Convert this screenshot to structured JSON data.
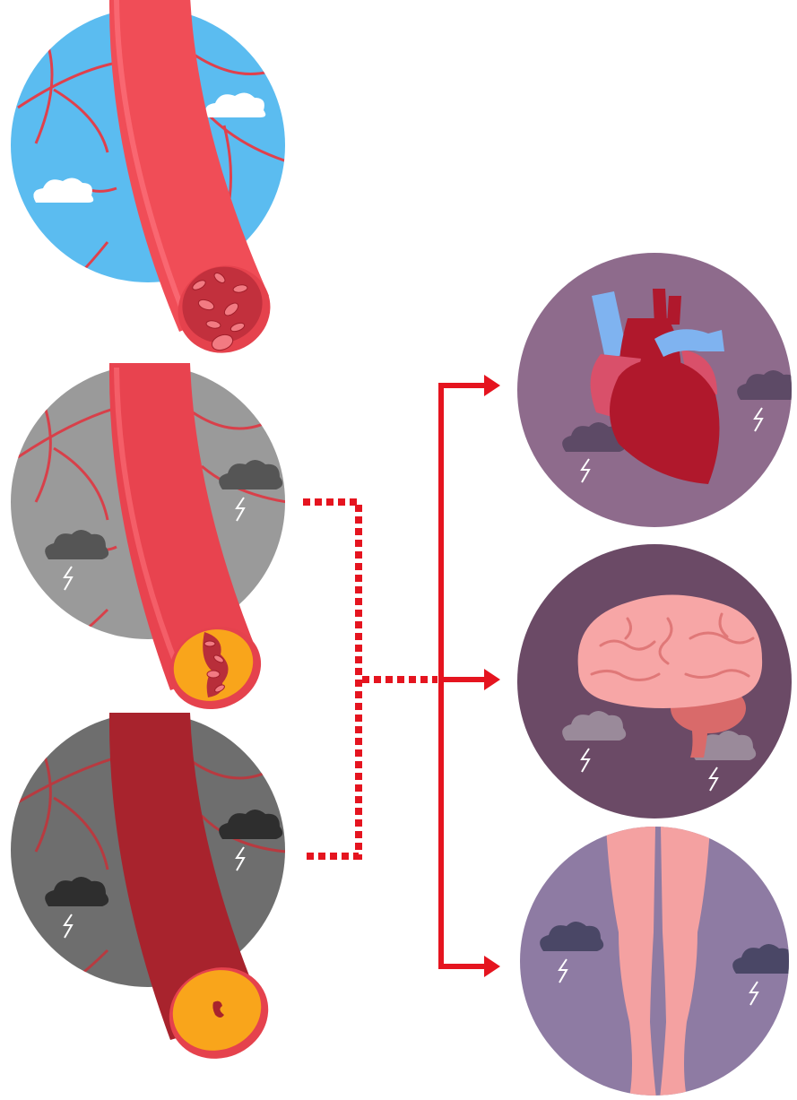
{
  "diagram": {
    "left_panels": [
      {
        "id": "healthy-artery",
        "bg": "#5bbcf0",
        "vessel": "#f04d57",
        "lumen": "#c2303d",
        "plaque": null
      },
      {
        "id": "narrowed-artery",
        "bg": "#9a9a9a",
        "vessel": "#e8434f",
        "lumen": "#b82e3a",
        "plaque": "#f9a51b"
      },
      {
        "id": "blocked-artery",
        "bg": "#6e6e6e",
        "vessel": "#a8232d",
        "lumen": "#a8232d",
        "plaque": "#f9a51b"
      }
    ],
    "right_panels": [
      {
        "id": "heart-organ",
        "bg": "#8e6b8c"
      },
      {
        "id": "brain-organ",
        "bg": "#6b4a66"
      },
      {
        "id": "legs-organ",
        "bg": "#8e7ba3"
      }
    ],
    "colors": {
      "connector": "#e5141f",
      "cloud_light": "#ffffff",
      "cloud_storm": "#555555",
      "heart": "#b0182c",
      "heart_vessels": "#7fb3f0",
      "brain": "#f7a6a6",
      "legs": "#f4a1a1"
    },
    "icons": [
      "cloud-icon",
      "storm-cloud-icon",
      "lightning-icon",
      "arrow-right-icon"
    ]
  }
}
